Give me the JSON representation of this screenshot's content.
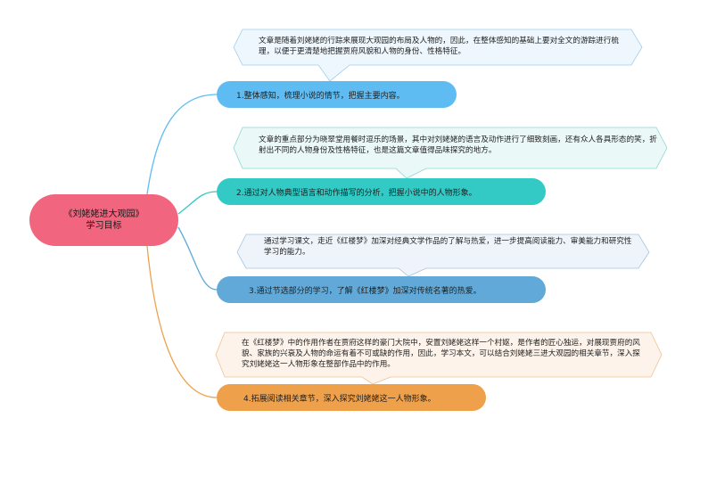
{
  "root": {
    "line1": "《刘姥姥进大观园》",
    "line2": "学习目标"
  },
  "branches": [
    {
      "label": "1.整体感知，梳理小说的情节，把握主要内容。",
      "note": "文章是随着刘姥姥的行踪来展现大观园的布局及人物的，因此，在整体感知的基础上要对全文的游踪进行梳理，以便于更清楚地把握贾府风貌和人物的身份、性格特征。",
      "color": "#5fbcf3",
      "note_fill": "#eef7fd",
      "note_stroke": "#9fcdee"
    },
    {
      "label": "2.通过对人物典型语言和动作描写的分析，把握小说中的人物形象。",
      "note": "文章的重点部分为晓翠堂用餐时逗乐的场景，其中对刘姥姥的语言及动作进行了细致刻画，还有众人各具形态的笑，折射出不同的人物身份及性格特征，也是这篇文章值得品味探究的地方。",
      "color": "#33c9c4",
      "note_fill": "#eaf8f7",
      "note_stroke": "#8fd6d2"
    },
    {
      "label": "3.通过节选部分的学习，了解《红楼梦》加深对传统名著的热爱。",
      "note": "通过学习课文，走近《红楼梦》加深对经典文学作品的了解与热爱，进一步提高阅读能力、审美能力和研究性学习的能力。",
      "color": "#61a9d8",
      "note_fill": "#eef4fa",
      "note_stroke": "#a3c5e0"
    },
    {
      "label": "4.拓展阅读相关章节，深入探究刘姥姥这一人物形象。",
      "note": "在《红楼梦》中的作用作者在贾府这样的豪门大院中，安置刘姥姥这样一个村妪，是作者的匠心独运，对展现贾府的风貌、家族的兴衰及人物的命运有着不可或缺的作用，因此，学习本文，可以结合刘姥姥三进大观园的相关章节，深入探究刘姥姥这一人物形象在整部作品中的作用。",
      "color": "#efa04b",
      "note_fill": "#fdf3ea",
      "note_stroke": "#f0c191"
    }
  ]
}
